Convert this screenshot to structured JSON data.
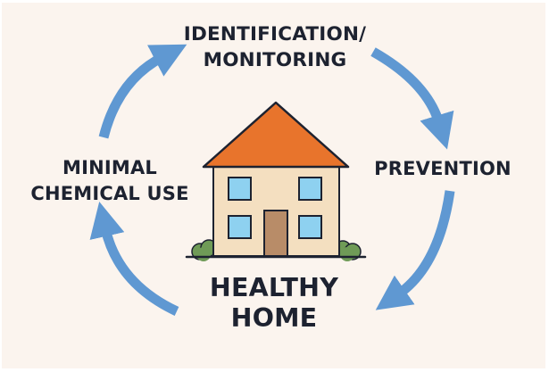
{
  "diagram": {
    "nodes": {
      "identification": {
        "line1": "IDENTIFICATION/",
        "line2": "MONITORING"
      },
      "prevention": {
        "text": "PREVENTION"
      },
      "minimal": {
        "line1": "MINIMAL",
        "line2": "CHEMICAL USE"
      },
      "center": {
        "line1": "HEALTHY",
        "line2": "HOME"
      }
    },
    "cycle_order": [
      "identification",
      "prevention",
      "center",
      "minimal"
    ],
    "colors": {
      "background": "#fbf4ee",
      "arrow": "#5f98d2",
      "roof": "#e8742c",
      "wall": "#f4dfc0",
      "window": "#8ed1f0",
      "door": "#b88c68",
      "bush": "#6f9b57",
      "outline": "#1d2230"
    },
    "icons": [
      "house-icon",
      "cycle-arrow-icon",
      "bush-icon"
    ]
  }
}
